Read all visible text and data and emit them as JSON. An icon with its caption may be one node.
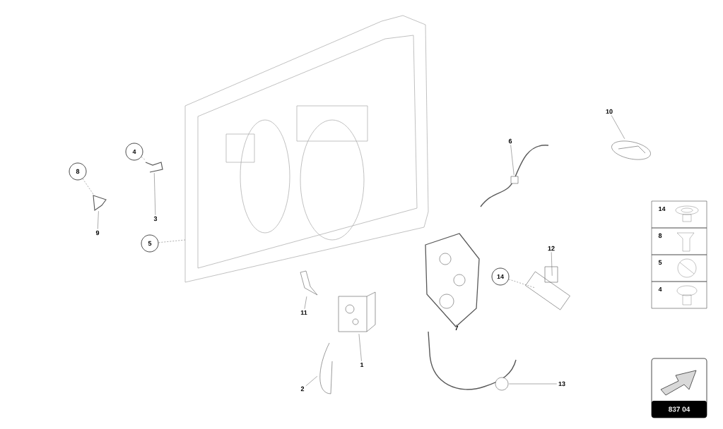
{
  "diagram": {
    "nodes": [
      {
        "text": [
          "10"
        ]
      },
      {
        "text": [],
        "shape": "picture"
      },
      {
        "text": [
          "6"
        ]
      },
      {
        "text": [],
        "shape": "picture"
      },
      {
        "text": [
          "4"
        ]
      },
      {
        "text": [
          "8"
        ]
      },
      {
        "text": [
          "3"
        ]
      },
      {
        "text": [],
        "shape": "picture"
      },
      {
        "text": [
          "9"
        ]
      },
      {
        "text": [],
        "shape": "picture"
      },
      {
        "text": [
          "5"
        ]
      },
      {
        "text": [
          "11"
        ]
      },
      {
        "text": [],
        "shape": "picture"
      },
      {
        "text": [
          "1"
        ]
      },
      {
        "text": [],
        "shape": "picture"
      },
      {
        "text": [
          "2"
        ]
      },
      {
        "text": [],
        "shape": "picture"
      },
      {
        "text": [
          "7"
        ]
      },
      {
        "text": [],
        "shape": "picture"
      },
      {
        "text": [
          "12"
        ]
      },
      {
        "text": [],
        "shape": "picture"
      },
      {
        "text": [
          "14"
        ]
      },
      {
        "text": [
          "13"
        ]
      },
      {
        "text": [],
        "shape": "picture"
      }
    ],
    "edges": [
      {
        "from": 0,
        "to": 1,
        "arrow": "none"
      },
      {
        "from": 2,
        "to": 3,
        "arrow": "none"
      },
      {
        "from": 4,
        "to": 7,
        "arrow": "none",
        "style": "dashed"
      },
      {
        "from": 5,
        "to": 9,
        "arrow": "none",
        "style": "dashed"
      },
      {
        "from": 6,
        "to": 7,
        "arrow": "none"
      },
      {
        "from": 8,
        "to": 9,
        "arrow": "none"
      },
      {
        "from": 10,
        "to": null,
        "arrow": "none",
        "style": "dashed"
      },
      {
        "from": 11,
        "to": 12,
        "arrow": "none"
      },
      {
        "from": 13,
        "to": 14,
        "arrow": "none"
      },
      {
        "from": 15,
        "to": 16,
        "arrow": "none"
      },
      {
        "from": 17,
        "to": 18,
        "arrow": "none"
      },
      {
        "from": 19,
        "to": 20,
        "arrow": "none"
      },
      {
        "from": 21,
        "to": 20,
        "arrow": "none",
        "style": "dashed"
      },
      {
        "from": 22,
        "to": 23,
        "arrow": "none"
      }
    ],
    "labels": [
      "14",
      "8",
      "5",
      "4",
      "837 04"
    ]
  }
}
